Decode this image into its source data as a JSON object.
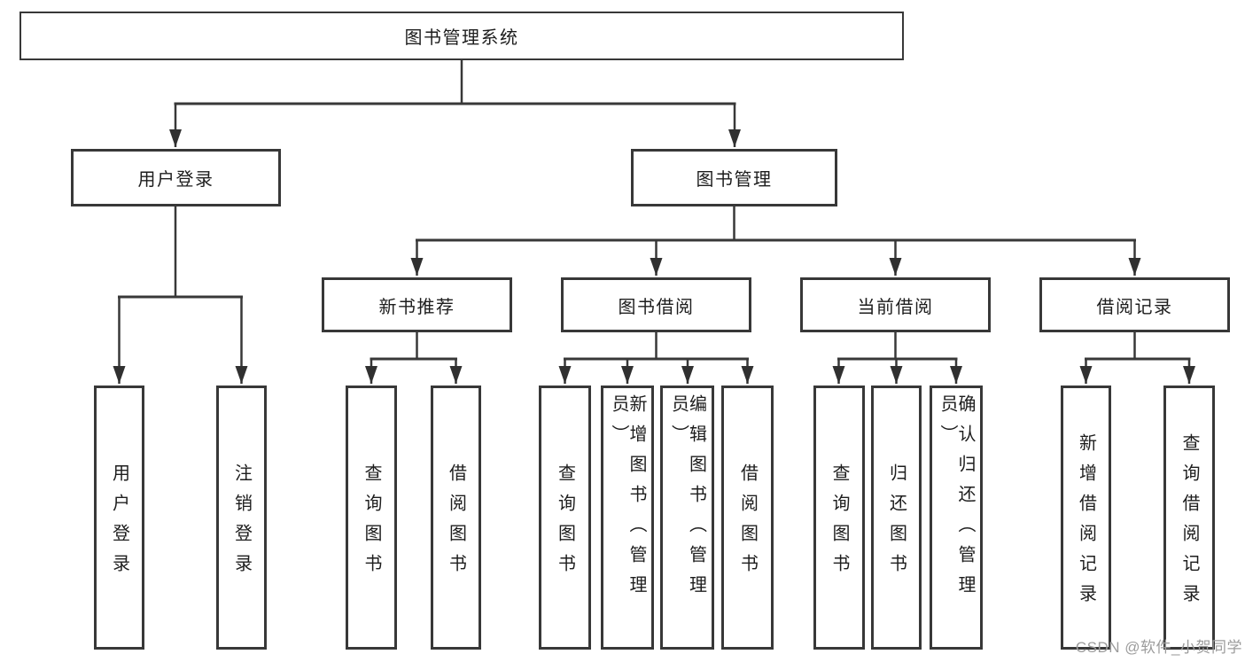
{
  "diagram": {
    "root": {
      "label": "图书管理系统"
    },
    "level2": [
      {
        "label": "用户登录"
      },
      {
        "label": "图书管理"
      }
    ],
    "level3": [
      {
        "label": "新书推荐"
      },
      {
        "label": "图书借阅"
      },
      {
        "label": "当前借阅"
      },
      {
        "label": "借阅记录"
      }
    ],
    "leaves": {
      "user_login": [
        {
          "label": "用户登录"
        },
        {
          "label": "注销登录"
        }
      ],
      "new_books": [
        {
          "label": "查询图书"
        },
        {
          "label": "借阅图书"
        }
      ],
      "book_borrow": [
        {
          "label": "查询图书"
        },
        {
          "label": "新增图书（管理员）"
        },
        {
          "label": "编辑图书（管理员）"
        },
        {
          "label": "借阅图书"
        }
      ],
      "current_borrow": [
        {
          "label": "查询图书"
        },
        {
          "label": "归还图书"
        },
        {
          "label": "确认归还（管理员）"
        }
      ],
      "borrow_records": [
        {
          "label": "新增借阅记录"
        },
        {
          "label": "查询借阅记录"
        }
      ]
    },
    "watermark": "CSDN @软件_小贺同学",
    "colors": {
      "line": "#383838",
      "box_border": "#383838",
      "text": "#1d1d1d",
      "watermark": "#9c9c9c",
      "background": "#ffffff"
    }
  }
}
